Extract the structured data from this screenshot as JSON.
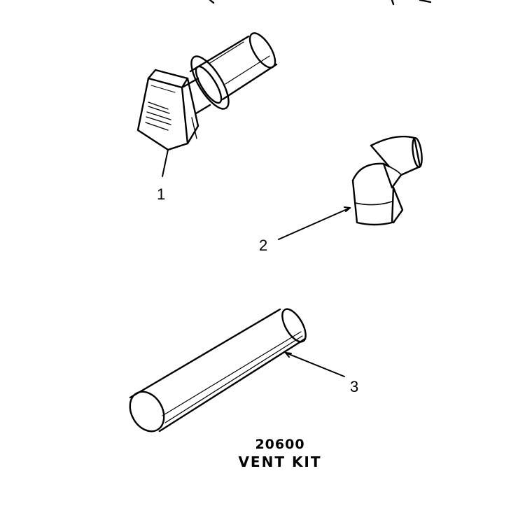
{
  "parts": [
    {
      "number": "1",
      "name": "vent-hood"
    },
    {
      "number": "2",
      "name": "elbow"
    },
    {
      "number": "3",
      "name": "vent-pipe"
    }
  ],
  "kit": {
    "number": "20600",
    "name": "VENT KIT"
  },
  "colors": {
    "line": "#000000",
    "background": "#ffffff"
  }
}
